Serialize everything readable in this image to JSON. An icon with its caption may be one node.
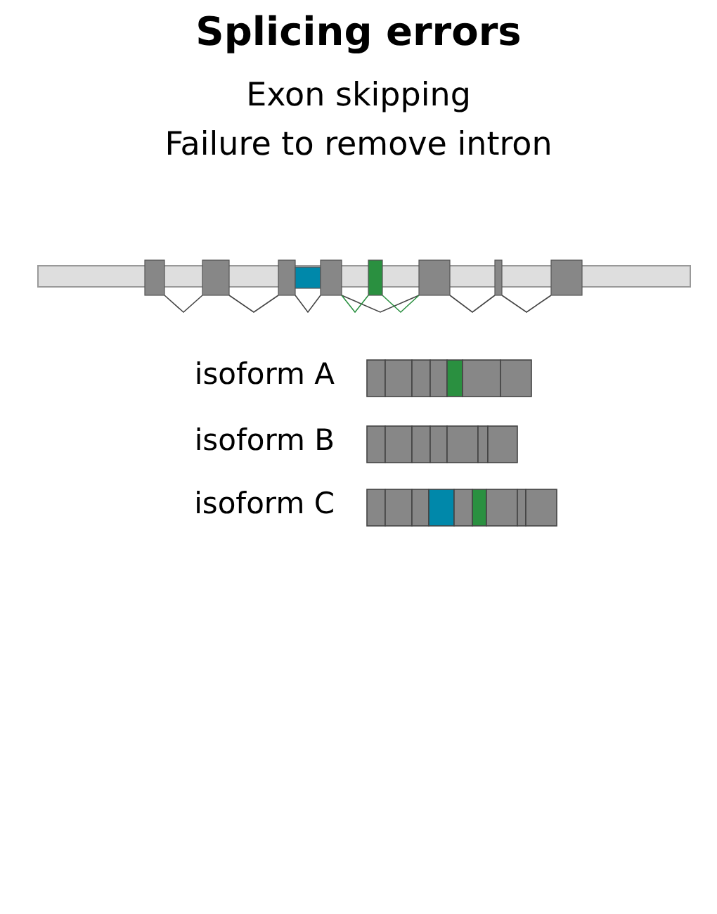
{
  "diagram": {
    "title": "Splicing errors",
    "labels": [
      "Exon skipping",
      "Failure to remove intron",
      "isoform A",
      "isoform B",
      "isoform C"
    ]
  }
}
